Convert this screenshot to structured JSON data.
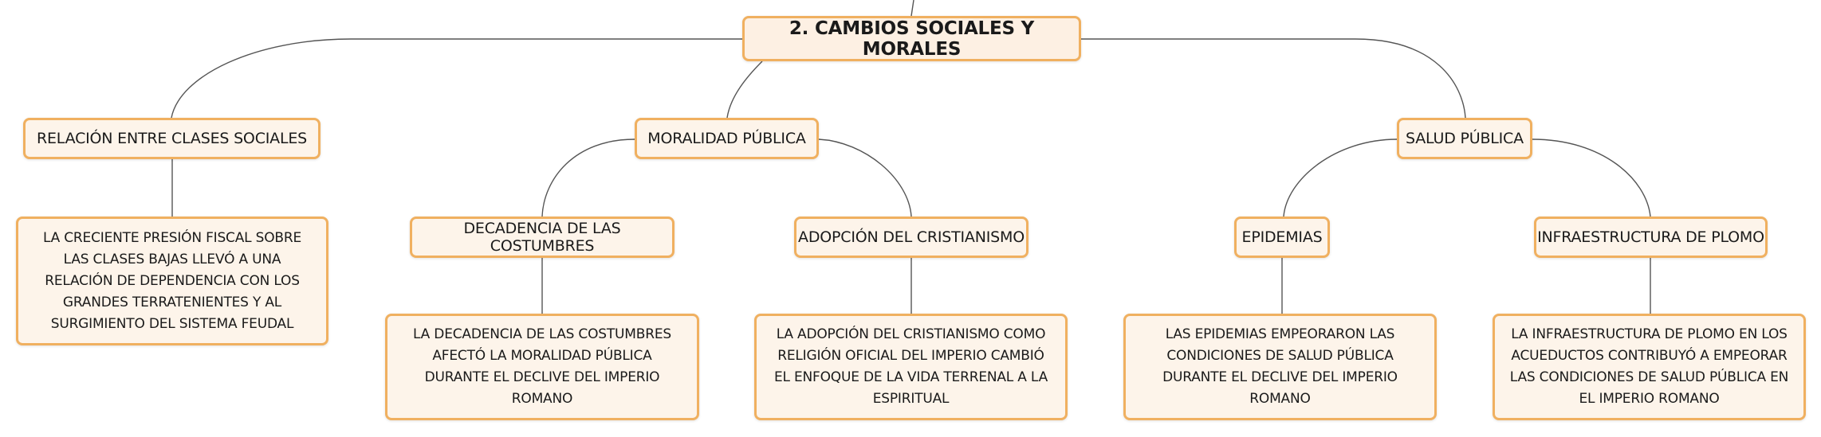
{
  "root": {
    "label": "2. CAMBIOS SOCIALES Y MORALES"
  },
  "branches": [
    {
      "label": "RELACIÓN ENTRE CLASES SOCIALES",
      "description": "LA CRECIENTE PRESIÓN FISCAL SOBRE LAS CLASES BAJAS LLEVÓ A UNA RELACIÓN DE DEPENDENCIA CON LOS GRANDES TERRATENIENTES Y AL SURGIMIENTO DEL SISTEMA FEUDAL"
    },
    {
      "label": "MORALIDAD PÚBLICA",
      "children": [
        {
          "label": "DECADENCIA DE LAS COSTUMBRES",
          "description": "LA DECADENCIA DE LAS COSTUMBRES AFECTÓ LA MORALIDAD PÚBLICA DURANTE EL DECLIVE DEL IMPERIO ROMANO"
        },
        {
          "label": "ADOPCIÓN DEL CRISTIANISMO",
          "description": "LA ADOPCIÓN DEL CRISTIANISMO COMO RELIGIÓN OFICIAL DEL IMPERIO CAMBIÓ EL ENFOQUE DE LA VIDA TERRENAL A LA ESPIRITUAL"
        }
      ]
    },
    {
      "label": "SALUD PÚBLICA",
      "children": [
        {
          "label": "EPIDEMIAS",
          "description": "LAS EPIDEMIAS EMPEORARON LAS CONDICIONES DE SALUD PÚBLICA DURANTE EL DECLIVE DEL IMPERIO ROMANO"
        },
        {
          "label": "INFRAESTRUCTURA DE PLOMO",
          "description": "LA INFRAESTRUCTURA DE PLOMO EN LOS ACUEDUCTOS CONTRIBUYÓ A EMPEORAR LAS CONDICIONES DE SALUD PÚBLICA EN EL IMPERIO ROMANO"
        }
      ]
    }
  ],
  "colors": {
    "node_border": "#f0b060",
    "node_fill": "#fdf4ea",
    "connector": "#555555"
  }
}
